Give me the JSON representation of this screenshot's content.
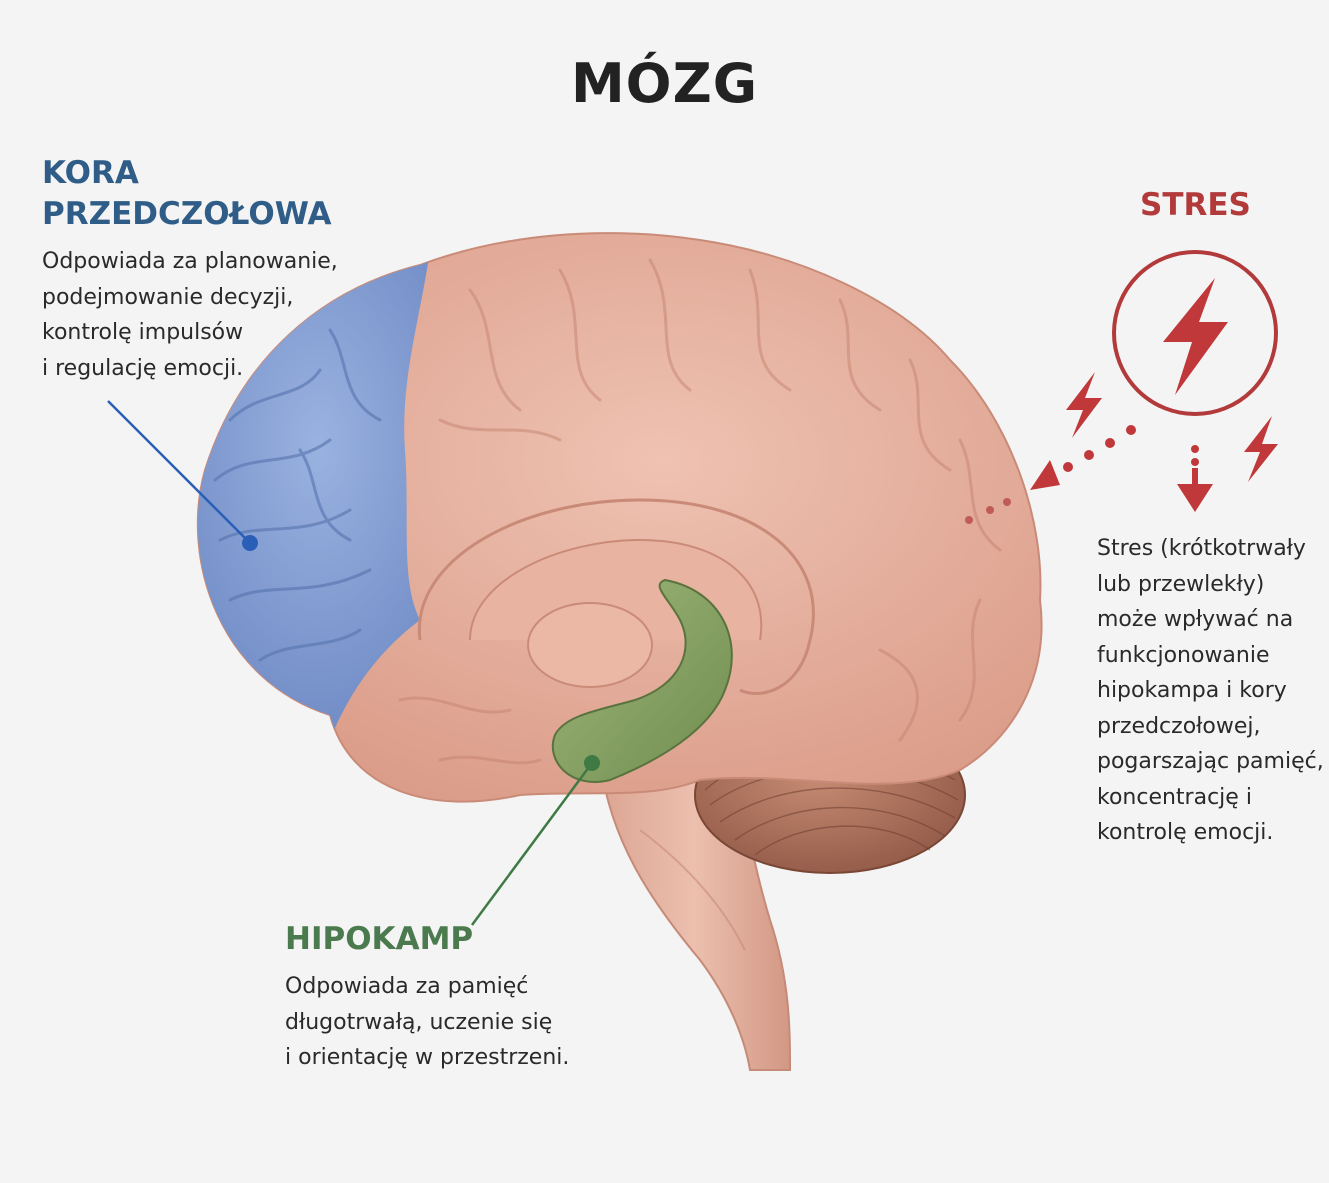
{
  "title": "MÓZG",
  "prefrontal_cortex": {
    "heading_lines": [
      "KORA",
      "PRZEDCZOŁOWA"
    ],
    "description_lines": [
      "Odpowiada za planowanie,",
      "podejmowanie decyzji,",
      "kontrolę impulsów",
      "i regulację emocji."
    ],
    "color": "#2f5d87",
    "region_color": "#7f9bd3"
  },
  "stress": {
    "heading": "STRES",
    "description_lines": [
      "Stres (krótkotrwały",
      "lub przewlekły)",
      "może wpływać na",
      "funkcjonowanie",
      "hipokampa i kory",
      "przedczołowej,",
      "pogarszając pamięć,",
      "koncentrację i",
      "kontrolę emocji."
    ],
    "color": "#b23a3a",
    "icon": "lightning-bolt-icon"
  },
  "hippocampus": {
    "heading": "HIPOKAMP",
    "description_lines": [
      "Odpowiada za pamięć",
      "długotrwałą, uczenie się",
      "i orientację w przestrzeni."
    ],
    "color": "#4a7a4d",
    "region_color": "#89a266"
  },
  "brain_color": "#e6aa98"
}
